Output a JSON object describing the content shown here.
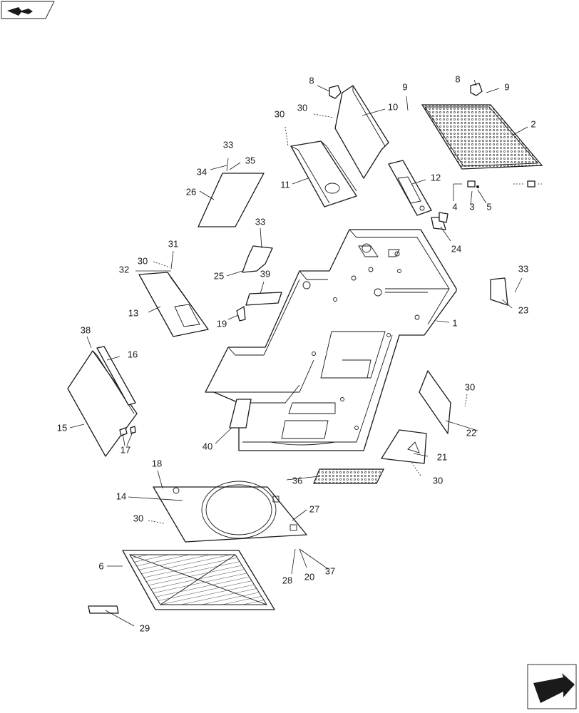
{
  "callouts": {
    "c1": "1",
    "c2": "2",
    "c3": "3",
    "c4": "4",
    "c5": "5",
    "c6": "6",
    "c8a": "8",
    "c8b": "8",
    "c9a": "9",
    "c9b": "9",
    "c10": "10",
    "c11": "11",
    "c12": "12",
    "c13": "13",
    "c14": "14",
    "c15": "15",
    "c16": "16",
    "c17": "17",
    "c18": "18",
    "c19": "19",
    "c20": "20",
    "c21": "21",
    "c22": "22",
    "c23": "23",
    "c24": "24",
    "c25": "25",
    "c26": "26",
    "c27": "27",
    "c28": "28",
    "c29": "29",
    "c30a": "30",
    "c30b": "30",
    "c30c": "30",
    "c30d": "30",
    "c30e": "30",
    "c30f": "30",
    "c31": "31",
    "c32": "32",
    "c33a": "33",
    "c33b": "33",
    "c33c": "33",
    "c34": "34",
    "c35": "35",
    "c36": "36",
    "c37": "37",
    "c38": "38",
    "c39": "39",
    "c40": "40"
  },
  "icons": {
    "top_left": "book-arrow-icon",
    "bottom_right": "next-page-arrow-icon"
  },
  "colors": {
    "line": "#1a1a1a",
    "background": "#ffffff",
    "fill_grey": "#d8d8d8"
  }
}
